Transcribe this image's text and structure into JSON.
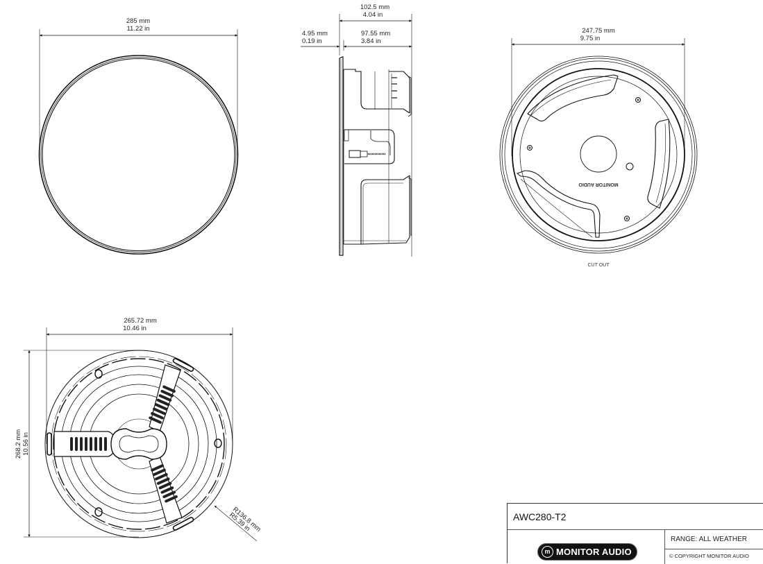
{
  "drawing": {
    "front_view": {
      "dimension_mm": "285 mm",
      "dimension_in": "11.22 in"
    },
    "side_view": {
      "total_depth_mm": "102.5 mm",
      "total_depth_in": "4.04 in",
      "flange_mm": "4.95 mm",
      "flange_in": "0.19 in",
      "body_depth_mm": "97.55 mm",
      "body_depth_in": "3.84 in"
    },
    "back_view": {
      "dimension_mm": "247.75 mm",
      "dimension_in": "9.75 in",
      "label": "CUT OUT",
      "embossed_text": "MONITOR AUDIO"
    },
    "bottom_view": {
      "width_mm": "265.72 mm",
      "width_in": "10.46 in",
      "height_mm": "268.2 mm",
      "height_in": "10.56 in",
      "radius_mm": "R136.8 mm",
      "radius_in": "R5.39 in"
    }
  },
  "title_block": {
    "model": "AWC280-T2",
    "logo_mark": "m",
    "logo_text": "MONITOR AUDIO",
    "range": "RANGE: ALL WEATHER",
    "copyright": "© COPYRIGHT MONITOR AUDIO"
  },
  "colors": {
    "line": "#111111",
    "background": "#ffffff"
  }
}
